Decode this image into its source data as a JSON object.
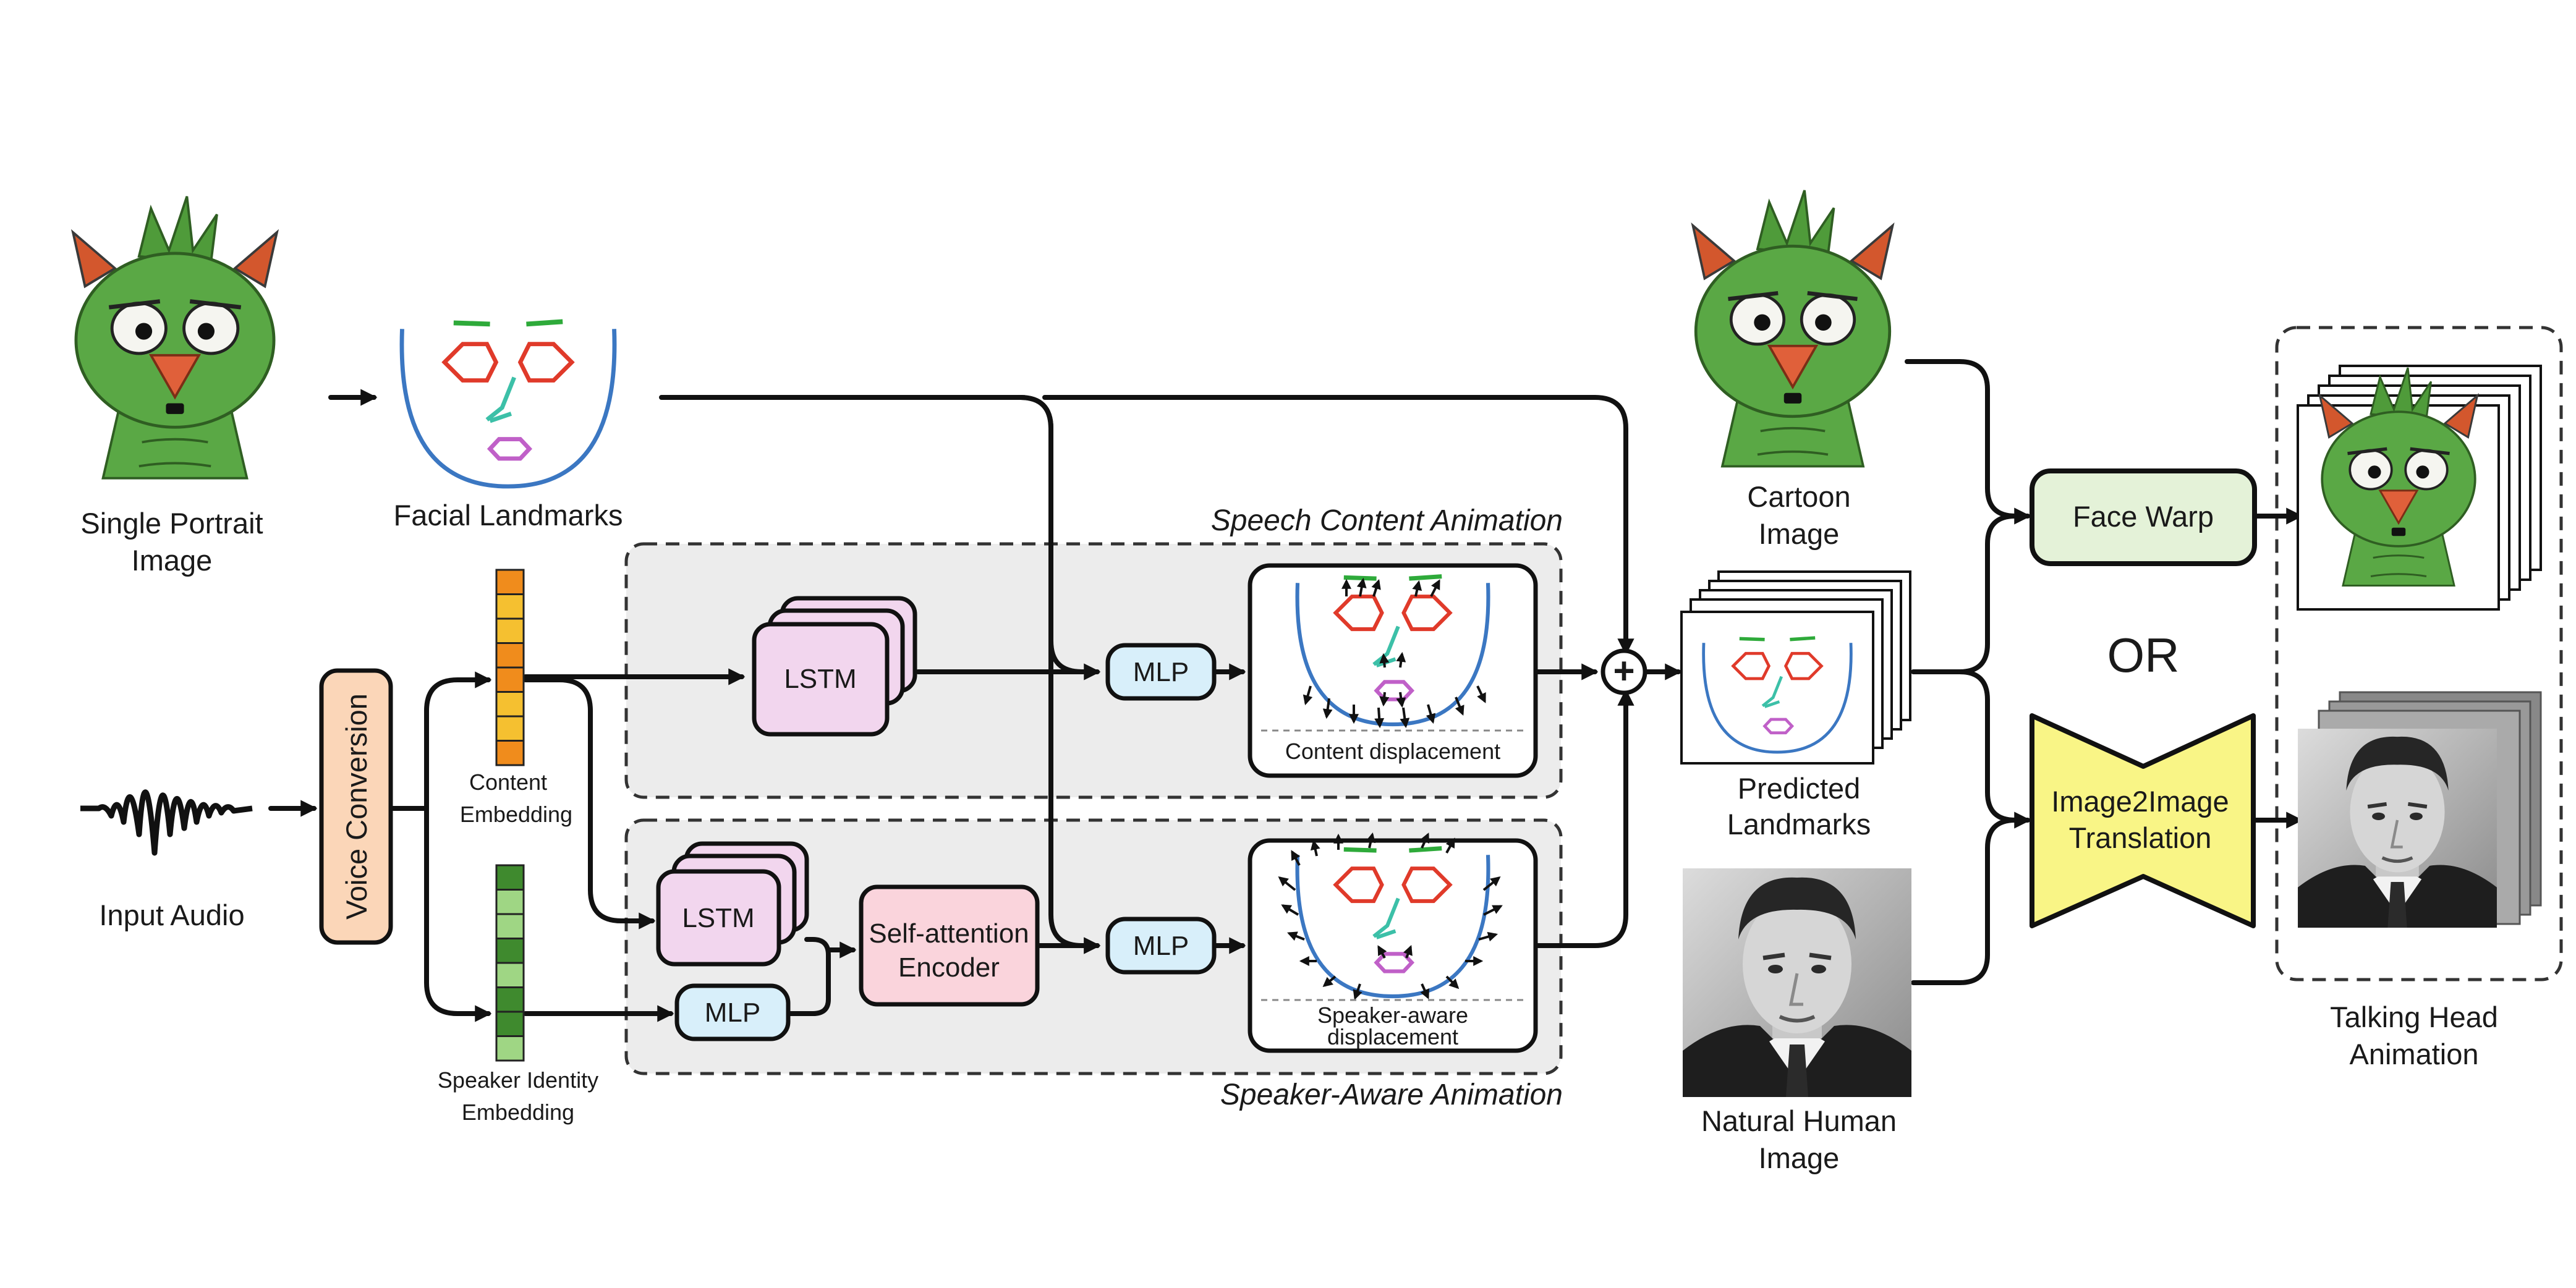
{
  "labels": {
    "single_portrait": [
      "Single Portrait",
      "Image"
    ],
    "facial_landmarks": "Facial Landmarks",
    "input_audio": "Input Audio",
    "voice_conversion": "Voice Conversion",
    "content_embedding": [
      "Content",
      "Embedding"
    ],
    "speaker_embedding": [
      "Speaker Identity",
      "Embedding"
    ],
    "speech_content_animation": "Speech Content Animation",
    "speaker_aware_animation": "Speaker-Aware Animation",
    "lstm_top": "LSTM",
    "lstm_bottom": "LSTM",
    "mlp_top": "MLP",
    "mlp_mid": "MLP",
    "mlp_bottom": "MLP",
    "self_attention": [
      "Self-attention",
      "Encoder"
    ],
    "content_displacement": "Content displacement",
    "speaker_displacement": [
      "Speaker-aware",
      "displacement"
    ],
    "plus": "+",
    "cartoon_image": [
      "Cartoon",
      "Image"
    ],
    "predicted_landmarks": [
      "Predicted",
      "Landmarks"
    ],
    "natural_human": [
      "Natural Human",
      "Image"
    ],
    "face_warp": "Face Warp",
    "or": "OR",
    "image2image": [
      "Image2Image",
      "Translation"
    ],
    "talking_head": [
      "Talking Head",
      "Animation"
    ]
  },
  "colors": {
    "lstm_fill": "#f2d6ee",
    "mlp_fill": "#d8effa",
    "attention_fill": "#fad4dc",
    "voice_fill": "#fbd6b8",
    "facewarp_fill": "#e4f2d8",
    "image2image_fill": "#f9f586",
    "panel_fill": "#ececec",
    "content_embedding": [
      "#f08c1c",
      "#f5c030",
      "#f5c030",
      "#f08c1c",
      "#f08c1c",
      "#f5c030",
      "#f5c030",
      "#f08c1c"
    ],
    "speaker_embedding": [
      "#3f8a2e",
      "#9fd684",
      "#9fd684",
      "#3f8a2e",
      "#9fd684",
      "#3f8a2e",
      "#3f8a2e",
      "#9fd684"
    ]
  },
  "icons": [
    "audio-waveform-icon",
    "cartoon-monster-portrait",
    "landmark-face-sketch",
    "human-portrait-photo"
  ]
}
